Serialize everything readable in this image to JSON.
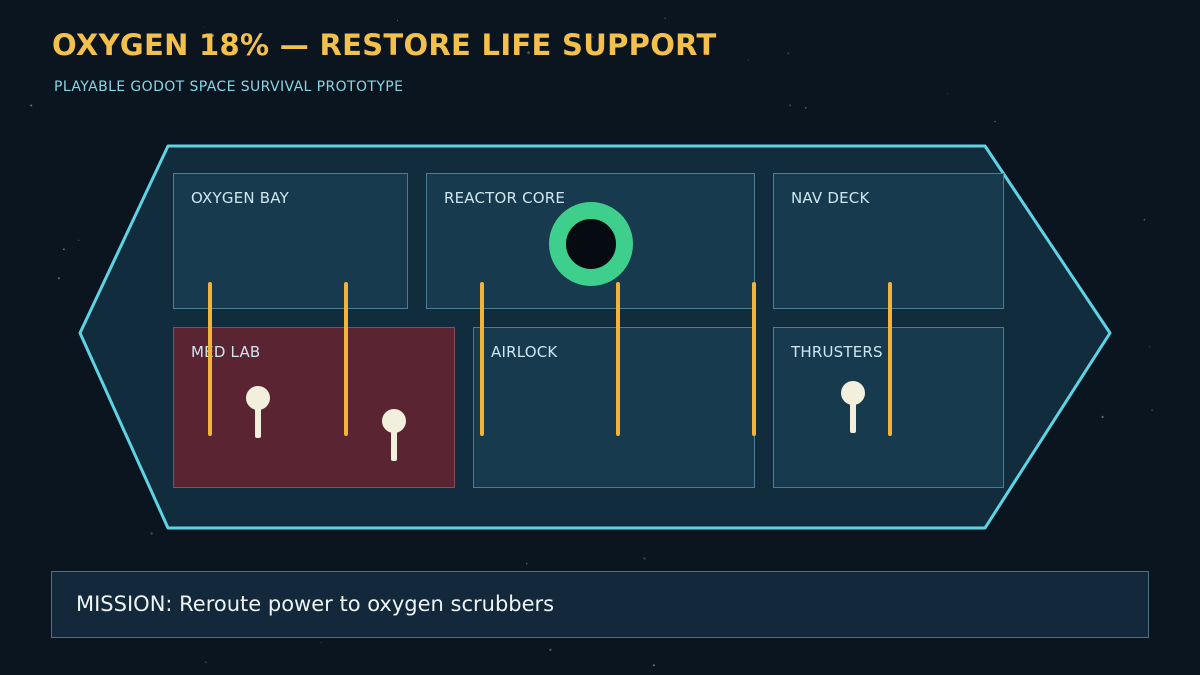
{
  "hud": {
    "title": "OXYGEN 18% — RESTORE LIFE SUPPORT",
    "subtitle": "PLAYABLE GODOT SPACE SURVIVAL PROTOTYPE",
    "oxygen_percent": 18
  },
  "rooms": [
    {
      "name": "OXYGEN BAY",
      "status": "normal"
    },
    {
      "name": "REACTOR CORE",
      "status": "normal"
    },
    {
      "name": "NAV DECK",
      "status": "normal"
    },
    {
      "name": "MED LAB",
      "status": "alert"
    },
    {
      "name": "AIRLOCK",
      "status": "normal"
    },
    {
      "name": "THRUSTERS",
      "status": "normal"
    }
  ],
  "mission": {
    "text": "MISSION: Reroute power to oxygen scrubbers"
  },
  "colors": {
    "background": "#0b1520",
    "title": "#f3c04c",
    "subtitle": "#86d6e6",
    "hull_outline": "#5fd3e3",
    "room": "#183a4e",
    "room_alert": "#5a2433",
    "conduit": "#f0b43c",
    "player": "#3fcf8d",
    "crew": "#f3efdd"
  }
}
